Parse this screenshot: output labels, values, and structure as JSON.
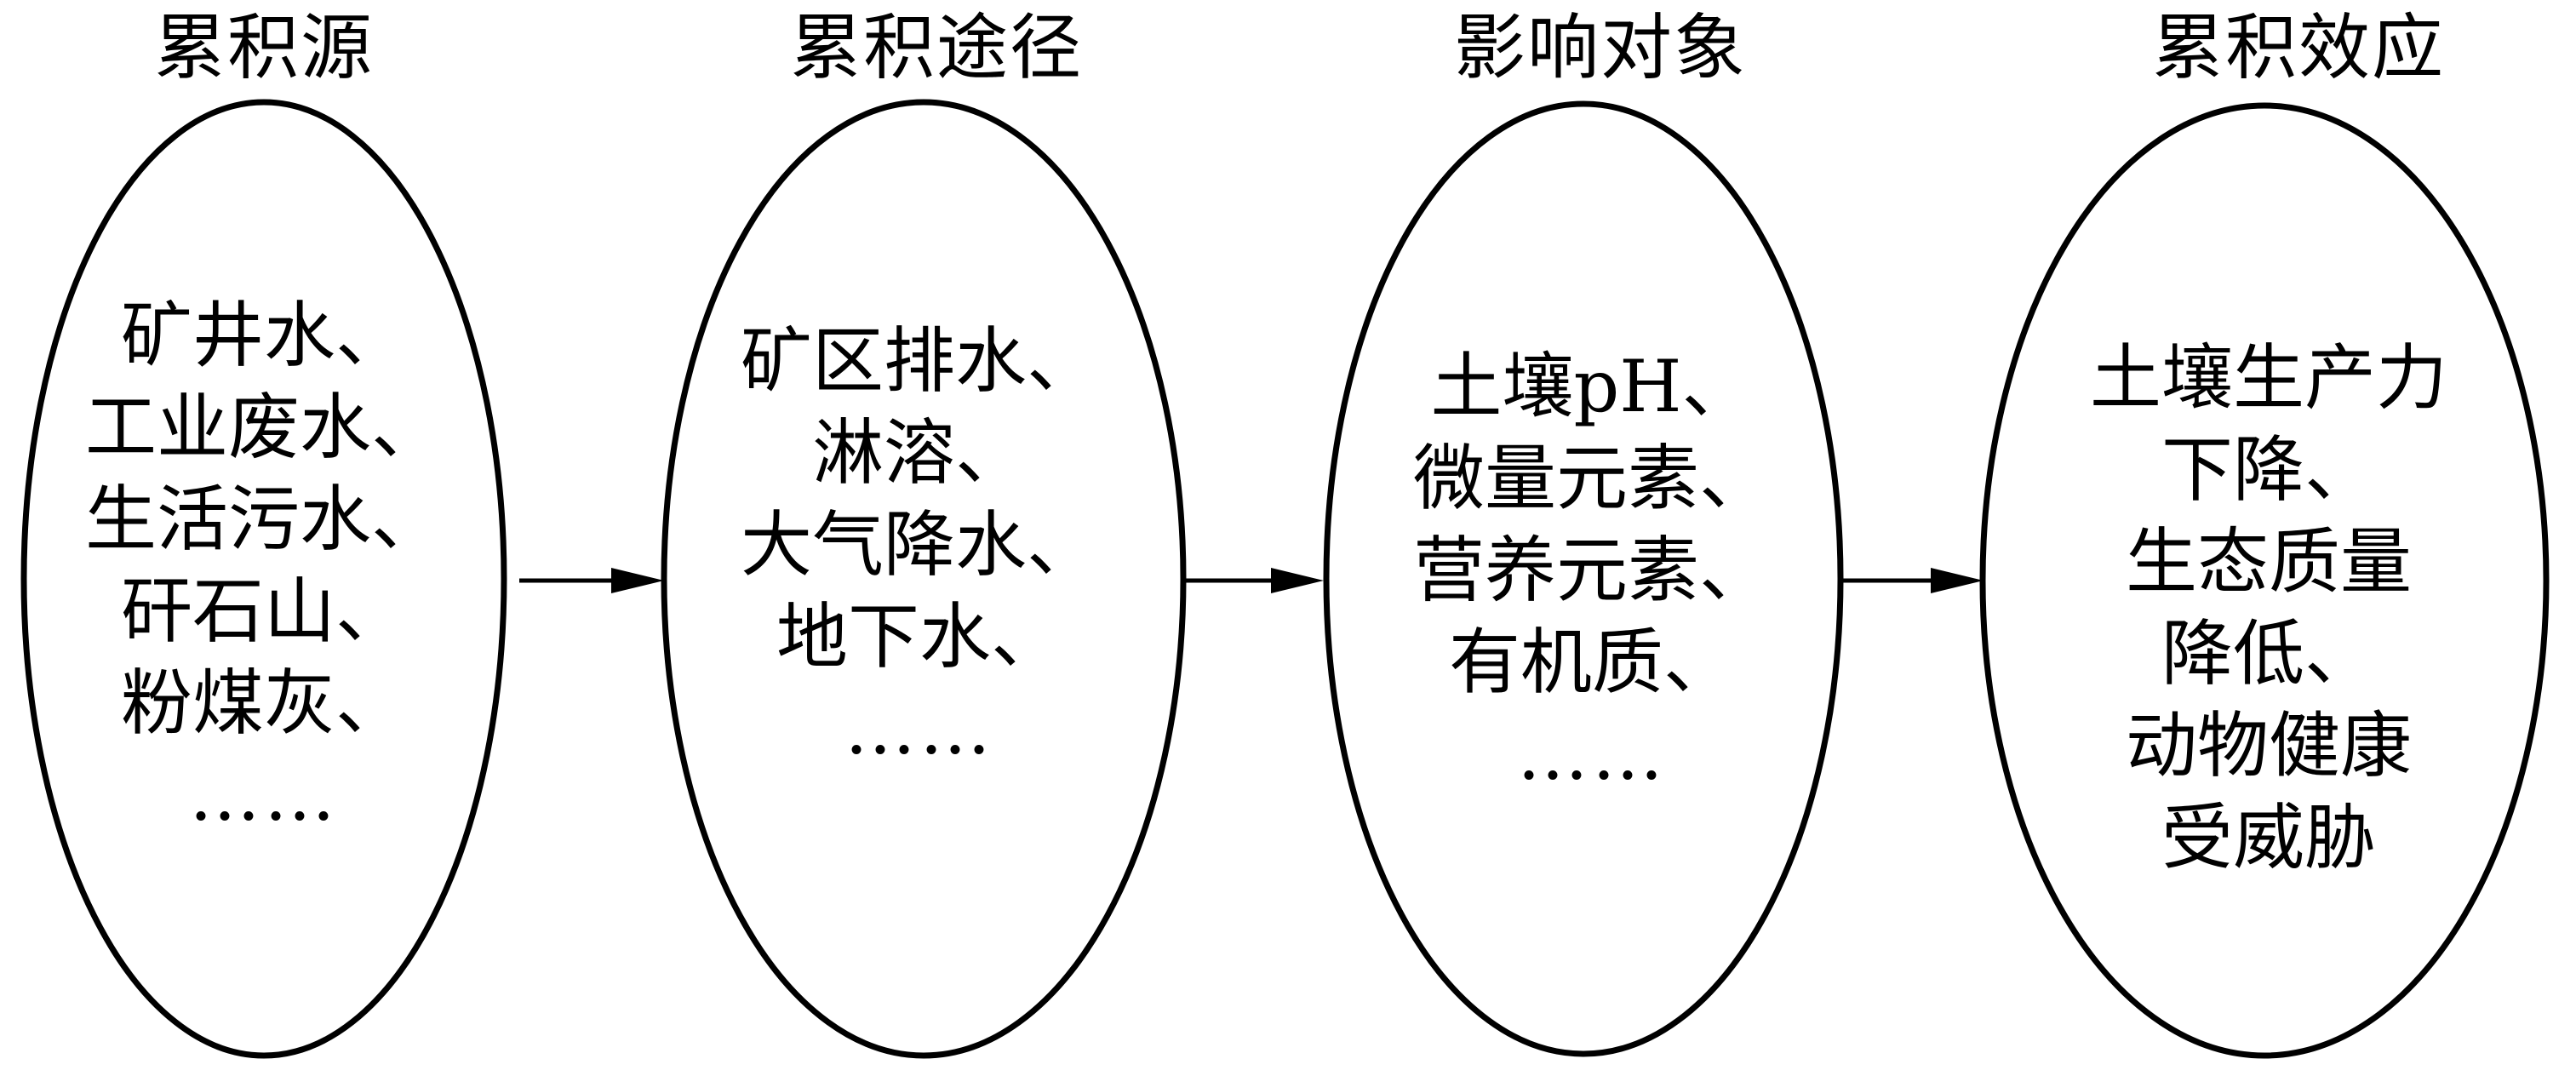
{
  "diagram": {
    "stages": [
      {
        "title": "累积源",
        "lines": [
          "矿井水、",
          "工业废水、",
          "生活污水、",
          "矸石山、",
          "粉煤灰、",
          "……"
        ]
      },
      {
        "title": "累积途径",
        "lines": [
          "矿区排水、",
          "淋溶、",
          "大气降水、",
          "地下水、",
          "……"
        ]
      },
      {
        "title": "影响对象",
        "lines": [
          "土壤pH、",
          "微量元素、",
          "营养元素、",
          "有机质、",
          "……"
        ]
      },
      {
        "title": "累积效应",
        "lines": [
          "土壤生产力",
          "下降、",
          "生态质量",
          "降低、",
          "动物健康",
          "受威胁"
        ]
      }
    ],
    "colors": {
      "stroke": "#000000",
      "background": "#ffffff"
    }
  }
}
